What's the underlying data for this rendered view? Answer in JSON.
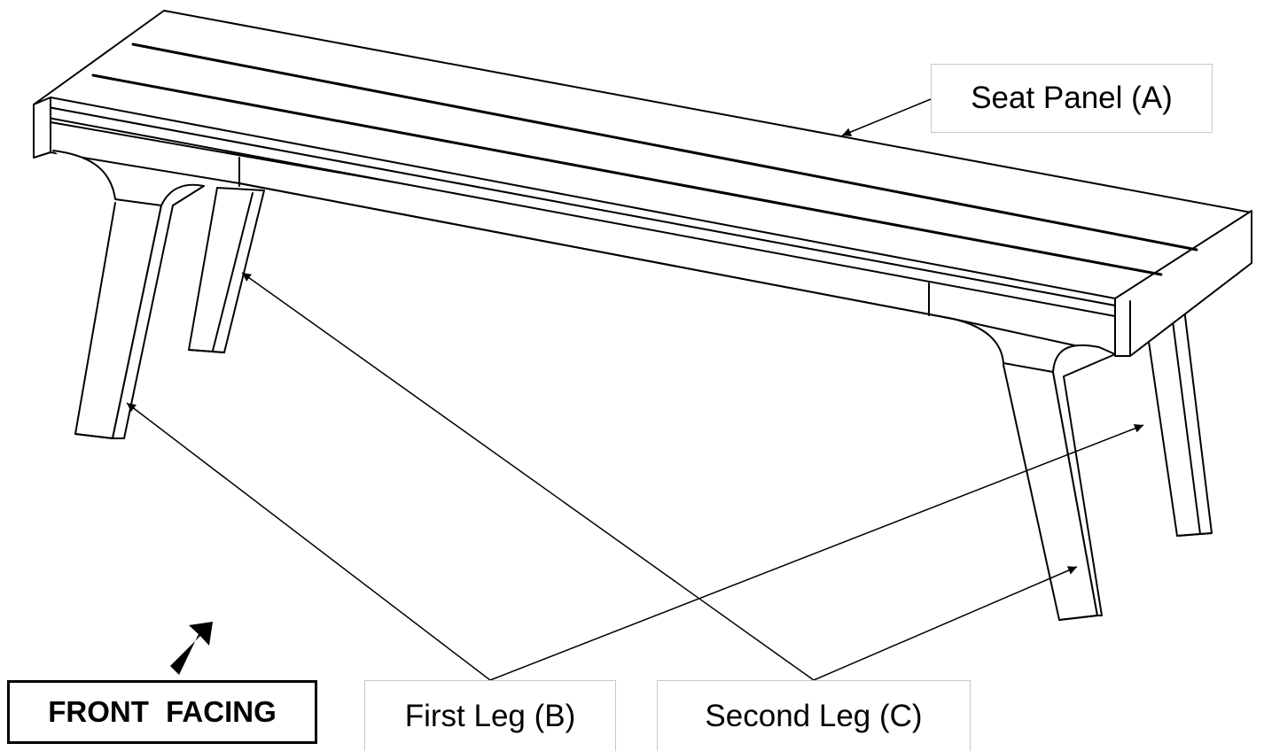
{
  "labels": {
    "seat_panel": "Seat Panel (A)",
    "first_leg": "First Leg (B)",
    "second_leg": "Second Leg (C)",
    "front_facing": "FRONT  FACING"
  },
  "icons": {
    "front_arrow": "arrow-up-right-icon"
  },
  "colors": {
    "line": "#000000",
    "fill": "#ffffff"
  }
}
